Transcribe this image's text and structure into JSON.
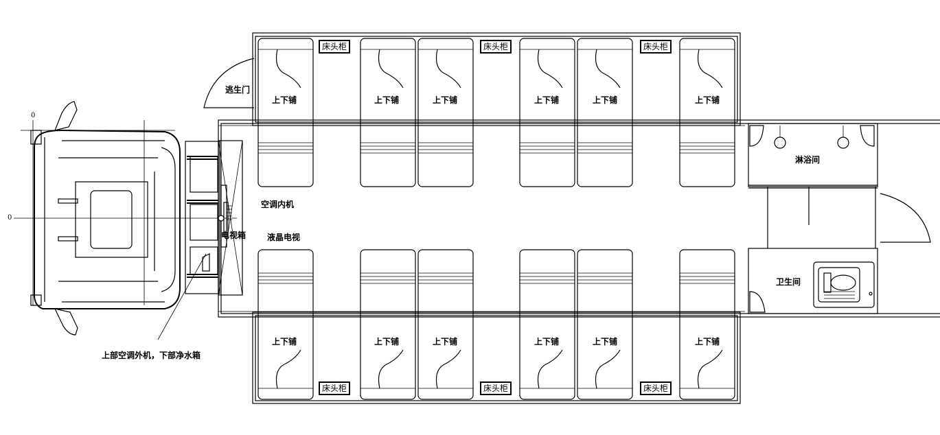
{
  "labels": {
    "bunk": "上下铺",
    "nightstand": "床头柜",
    "escape_door": "逃生门",
    "ac_indoor": "空调内机",
    "tv_cabinet": "电视箱",
    "lcd_tv": "液晶电视",
    "shower_room": "淋浴间",
    "toilet_room": "卫生间",
    "water_tank_note": "上部空调外机，下部净水箱",
    "axis_marker_top": "0",
    "axis_marker_left": "0"
  },
  "bunks": [
    "上下铺",
    "上下铺",
    "上下铺",
    "上下铺",
    "上下铺",
    "上下铺",
    "上下铺",
    "上下铺",
    "上下铺",
    "上下铺",
    "上下铺",
    "上下铺"
  ],
  "nightstands": [
    "床头柜",
    "床头柜",
    "床头柜",
    "床头柜",
    "床头柜",
    "床头柜"
  ]
}
